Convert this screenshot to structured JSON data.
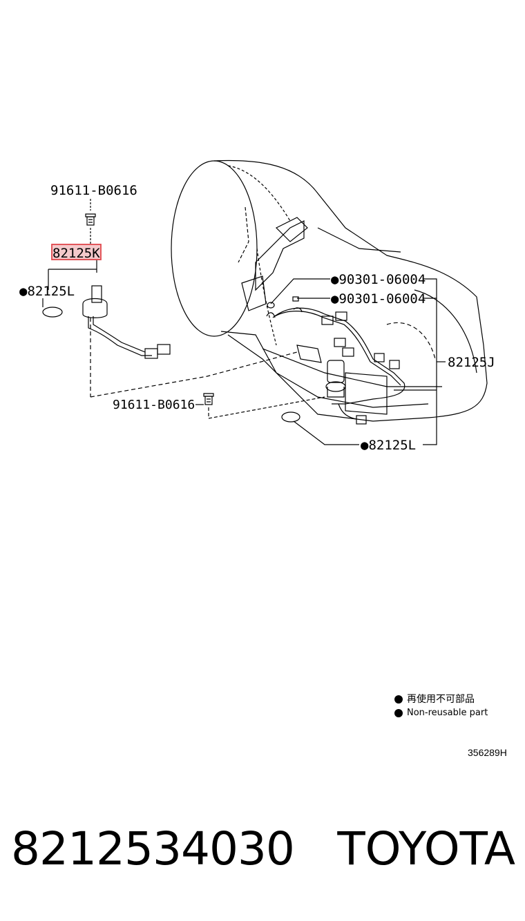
{
  "labels": {
    "bolt_top": "91611-B0616",
    "sensor_highlighted": "82125K",
    "oring_left": "●82125L",
    "plug_a": "●90301-06004",
    "plug_b": "●90301-06004",
    "harness": "82125J",
    "bolt_bottom": "91611-B0616",
    "oring_bottom": "●82125L"
  },
  "legend": {
    "jp": "再使用不可部品",
    "en": "Non-reusable part"
  },
  "diagram_id": "356289H",
  "footer": {
    "part_number": "8212534030",
    "brand": "TOYOTA"
  },
  "colors": {
    "highlight_stroke": "#e0474c",
    "highlight_fill": "#f4c9cb",
    "line": "#000000"
  }
}
